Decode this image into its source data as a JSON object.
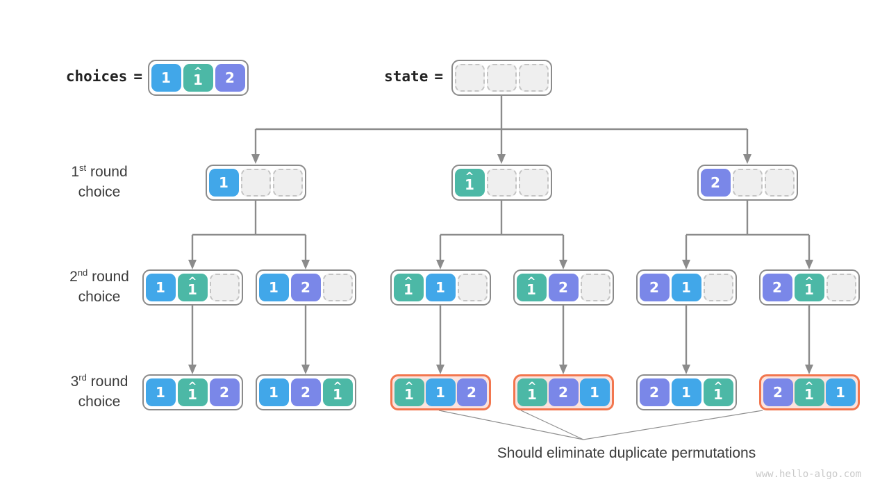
{
  "header": {
    "choices_label": "choices",
    "choices_eq": "=",
    "choices_cells": [
      "1",
      "1h",
      "2"
    ],
    "state_label": "state",
    "state_eq": "=",
    "state_cells": [
      "_",
      "_",
      "_"
    ]
  },
  "row_labels": [
    {
      "num": "1",
      "sup": "st",
      "rest": " round",
      "line2": "choice"
    },
    {
      "num": "2",
      "sup": "nd",
      "rest": " round",
      "line2": "choice"
    },
    {
      "num": "3",
      "sup": "rd",
      "rest": " round",
      "line2": "choice"
    }
  ],
  "cell_defs": {
    "1": {
      "text": "1",
      "hat": false,
      "color_key": "blue"
    },
    "1h": {
      "text": "1",
      "hat": true,
      "color_key": "teal"
    },
    "2": {
      "text": "2",
      "hat": false,
      "color_key": "purple"
    },
    "_": {
      "empty": true
    }
  },
  "tree": {
    "round1": [
      {
        "cells": [
          "1",
          "_",
          "_"
        ]
      },
      {
        "cells": [
          "1h",
          "_",
          "_"
        ]
      },
      {
        "cells": [
          "2",
          "_",
          "_"
        ]
      }
    ],
    "round2": [
      {
        "cells": [
          "1",
          "1h",
          "_"
        ]
      },
      {
        "cells": [
          "1",
          "2",
          "_"
        ]
      },
      {
        "cells": [
          "1h",
          "1",
          "_"
        ]
      },
      {
        "cells": [
          "1h",
          "2",
          "_"
        ]
      },
      {
        "cells": [
          "2",
          "1",
          "_"
        ]
      },
      {
        "cells": [
          "2",
          "1h",
          "_"
        ]
      }
    ],
    "round3": [
      {
        "cells": [
          "1",
          "1h",
          "2"
        ]
      },
      {
        "cells": [
          "1",
          "2",
          "1h"
        ]
      },
      {
        "cells": [
          "1h",
          "1",
          "2"
        ],
        "duplicate": true
      },
      {
        "cells": [
          "1h",
          "2",
          "1"
        ],
        "duplicate": true
      },
      {
        "cells": [
          "2",
          "1",
          "1h"
        ]
      },
      {
        "cells": [
          "2",
          "1h",
          "1"
        ],
        "duplicate": true
      }
    ]
  },
  "caption": "Should eliminate duplicate permutations",
  "watermark": "www.hello-algo.com",
  "colors": {
    "blue": "#41a7e9",
    "teal": "#4cb8a6",
    "purple": "#7a87e8",
    "orange_border": "#f2764e",
    "orange_bg": "#fbe3de",
    "node_border": "#8b8b8b",
    "empty_bg": "#efefef",
    "empty_border": "#c4c4c4",
    "connector": "#8b8b8b",
    "text_dark": "#3b3b3b",
    "watermark_gray": "#c9c9c9"
  }
}
